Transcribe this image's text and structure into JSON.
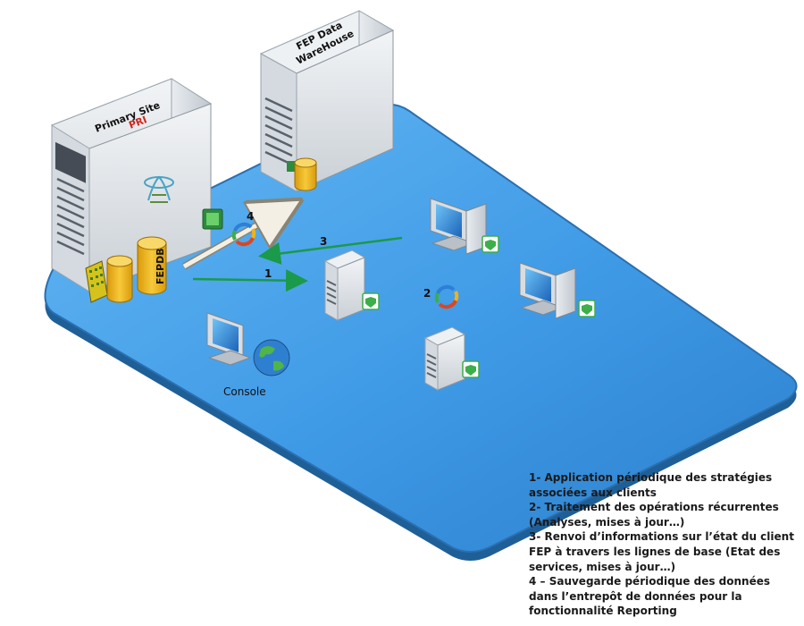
{
  "servers": {
    "primary_site": {
      "line1": "Primary Site",
      "line2": "PRI",
      "db_label": "FEPDB"
    },
    "warehouse": {
      "line1": "FEP Data",
      "line2": "WareHouse"
    }
  },
  "console": {
    "label": "Console"
  },
  "flows": [
    "1",
    "2",
    "3",
    "4"
  ],
  "legend": [
    "1- Application périodique des stratégies associées aux clients",
    "2- Traitement des opérations récurrentes (Analyses, mises à jour…)",
    "3- Renvoi d’informations sur l’état du client FEP à travers les lignes de base (Etat des services, mises à jour…)",
    "4 – Sauvegarde périodique des données dans l’entrepôt de données pour la fonctionnalité Reporting"
  ],
  "colors": {
    "platform": "#3f9ae6",
    "platform_edge": "#2a6fb0",
    "flow_arrow": "#1a9a4a",
    "pri_text": "#d0261d",
    "database": "#f2b318",
    "shield": "#3cae4a"
  },
  "icons": [
    "server-icon",
    "database-icon",
    "monitor-icon",
    "globe-icon",
    "shield-icon",
    "sync-icon",
    "sharepoint-logo-icon",
    "building-icon"
  ]
}
